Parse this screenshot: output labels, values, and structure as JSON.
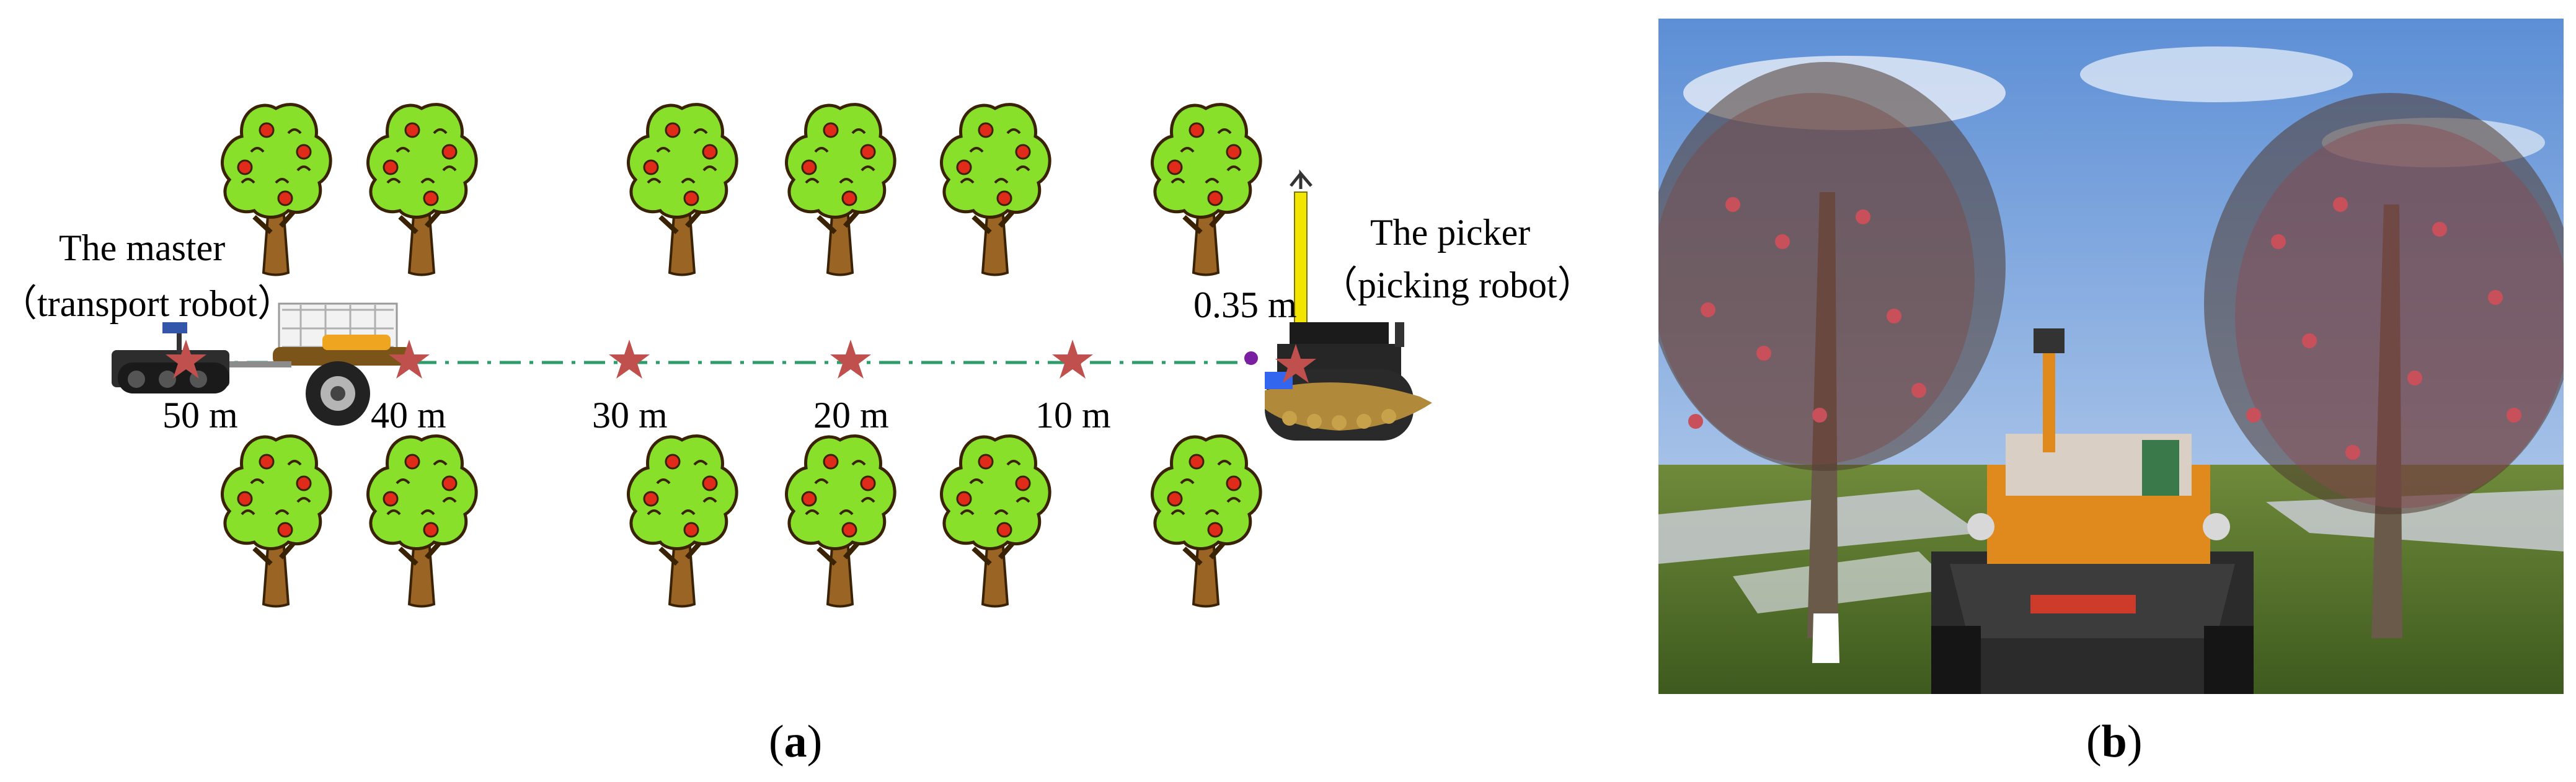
{
  "panel_a": {
    "tag": "a",
    "master_title": "The master",
    "master_subtitle": "（transport robot）",
    "picker_title": "The picker",
    "picker_subtitle": "（picking robot）",
    "gap_label": "0.35 m",
    "distance_markers": [
      "50 m",
      "40 m",
      "30 m",
      "20 m",
      "10 m"
    ],
    "colors": {
      "star": "#c0504d",
      "path_line": "#2e9c6b",
      "tree_foliage": "#88e02a",
      "tree_trunk": "#9a6424",
      "apple": "#e02a1a",
      "mast": "#f2e600",
      "gap_dot": "#7a1fa2"
    }
  },
  "panel_b": {
    "tag": "b",
    "image_description_icon": "orchard-photo"
  }
}
